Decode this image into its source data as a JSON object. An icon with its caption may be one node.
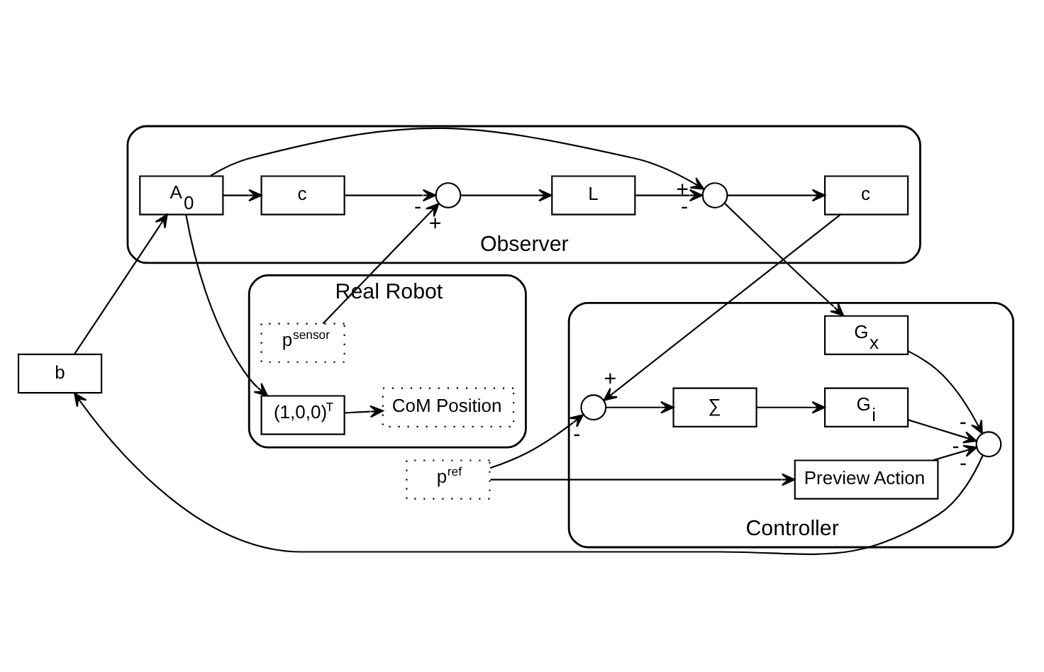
{
  "diagram": {
    "nodes": [
      {
        "text": [
          "Real Robot"
        ]
      },
      {
        "text": [
          "CoM Position"
        ],
        "in": 0
      },
      {
        "text": [
          "p$^{sensor}$"
        ],
        "in": 0
      },
      {
        "text": [
          "(1,0,0)$^{T}$"
        ],
        "in": 0
      },
      {
        "text": [
          "Controller"
        ]
      },
      {
        "text": [
          "Preview Action"
        ],
        "in": 4
      },
      {
        "text": [
          "p$^{ref}$"
        ]
      },
      {
        "text": [],
        "shape": "circle",
        "in": 4
      },
      {
        "text": [
          "∑"
        ],
        "in": 4
      },
      {
        "text": [
          "G$_{i}$"
        ],
        "in": 4
      },
      {
        "text": [],
        "shape": "circle",
        "in": 4
      },
      {
        "text": [
          "b"
        ]
      },
      {
        "text": [
          "Observer"
        ]
      },
      {
        "text": [
          "A$_{0}$"
        ],
        "in": 12
      },
      {
        "text": [
          "c"
        ],
        "in": 12
      },
      {
        "text": [],
        "shape": "circle",
        "in": 12
      },
      {
        "text": [
          "G$_{x}$"
        ],
        "in": 4
      },
      {
        "text": [
          "L"
        ],
        "in": 12
      },
      {
        "text": [],
        "shape": "circle",
        "in": 12
      },
      {
        "text": [
          "c"
        ],
        "in": 12
      }
    ],
    "edges": [
      {
        "from": 6,
        "to": 7,
        "arrow": "to",
        "label": "-"
      },
      {
        "from": 6,
        "to": 5,
        "arrow": "to"
      },
      {
        "from": 7,
        "to": 8,
        "arrow": "to"
      },
      {
        "from": 8,
        "to": 9,
        "arrow": "to"
      },
      {
        "from": 9,
        "to": 10,
        "arrow": "to",
        "label": "-"
      },
      {
        "from": 5,
        "to": 10,
        "arrow": "to",
        "label": "-"
      },
      {
        "from": 16,
        "to": 10,
        "arrow": "to",
        "label": "-"
      },
      {
        "from": 10,
        "to": 11,
        "arrow": "to"
      },
      {
        "from": 11,
        "to": 13,
        "arrow": "to"
      },
      {
        "from": 13,
        "to": 14,
        "arrow": "to"
      },
      {
        "from": 13,
        "to": 3,
        "arrow": "to"
      },
      {
        "from": 13,
        "to": 18,
        "arrow": "to",
        "label": "+"
      },
      {
        "from": 3,
        "to": 1,
        "arrow": "to"
      },
      {
        "from": 2,
        "to": 15,
        "arrow": "to",
        "label": "+"
      },
      {
        "from": 14,
        "to": 15,
        "arrow": "to",
        "label": "-"
      },
      {
        "from": 15,
        "to": 17,
        "arrow": "to"
      },
      {
        "from": 17,
        "to": 18,
        "arrow": "to",
        "label": "-"
      },
      {
        "from": 18,
        "to": 16,
        "arrow": "to"
      },
      {
        "from": 18,
        "to": 19,
        "arrow": "to"
      },
      {
        "from": 19,
        "to": 7,
        "arrow": "to",
        "label": "+"
      }
    ]
  }
}
